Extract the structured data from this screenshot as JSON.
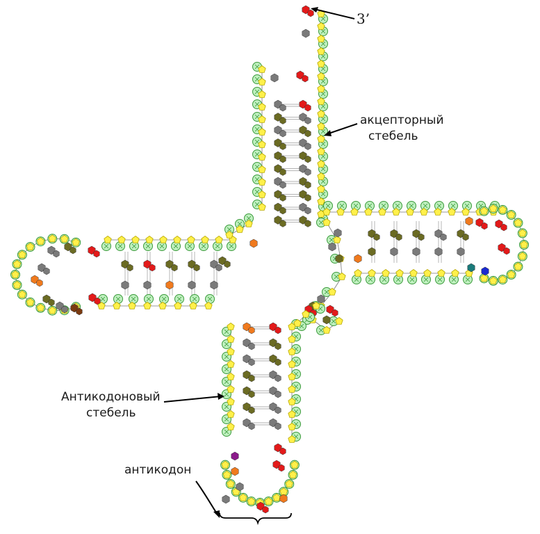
{
  "labels": {
    "three_prime": "3’",
    "acceptor_stem": [
      "акцепторный",
      "стебель"
    ],
    "anticodon_stem": [
      "Антикодоновый",
      "стебель"
    ],
    "anticodon": "антикодон"
  },
  "colors": {
    "phosphate": "#bff0bf",
    "phosphate_stroke": "#3a9a3a",
    "sugar": "#fff04a",
    "base_olive": "#6b6b23",
    "base_gray": "#7a7a7a",
    "base_red": "#e31a1a",
    "base_orange": "#f07a1e",
    "base_teal": "#1a7a7a",
    "base_blue": "#1a2ad0",
    "base_purple": "#8a1a8a",
    "base_brown": "#7a3a10"
  }
}
